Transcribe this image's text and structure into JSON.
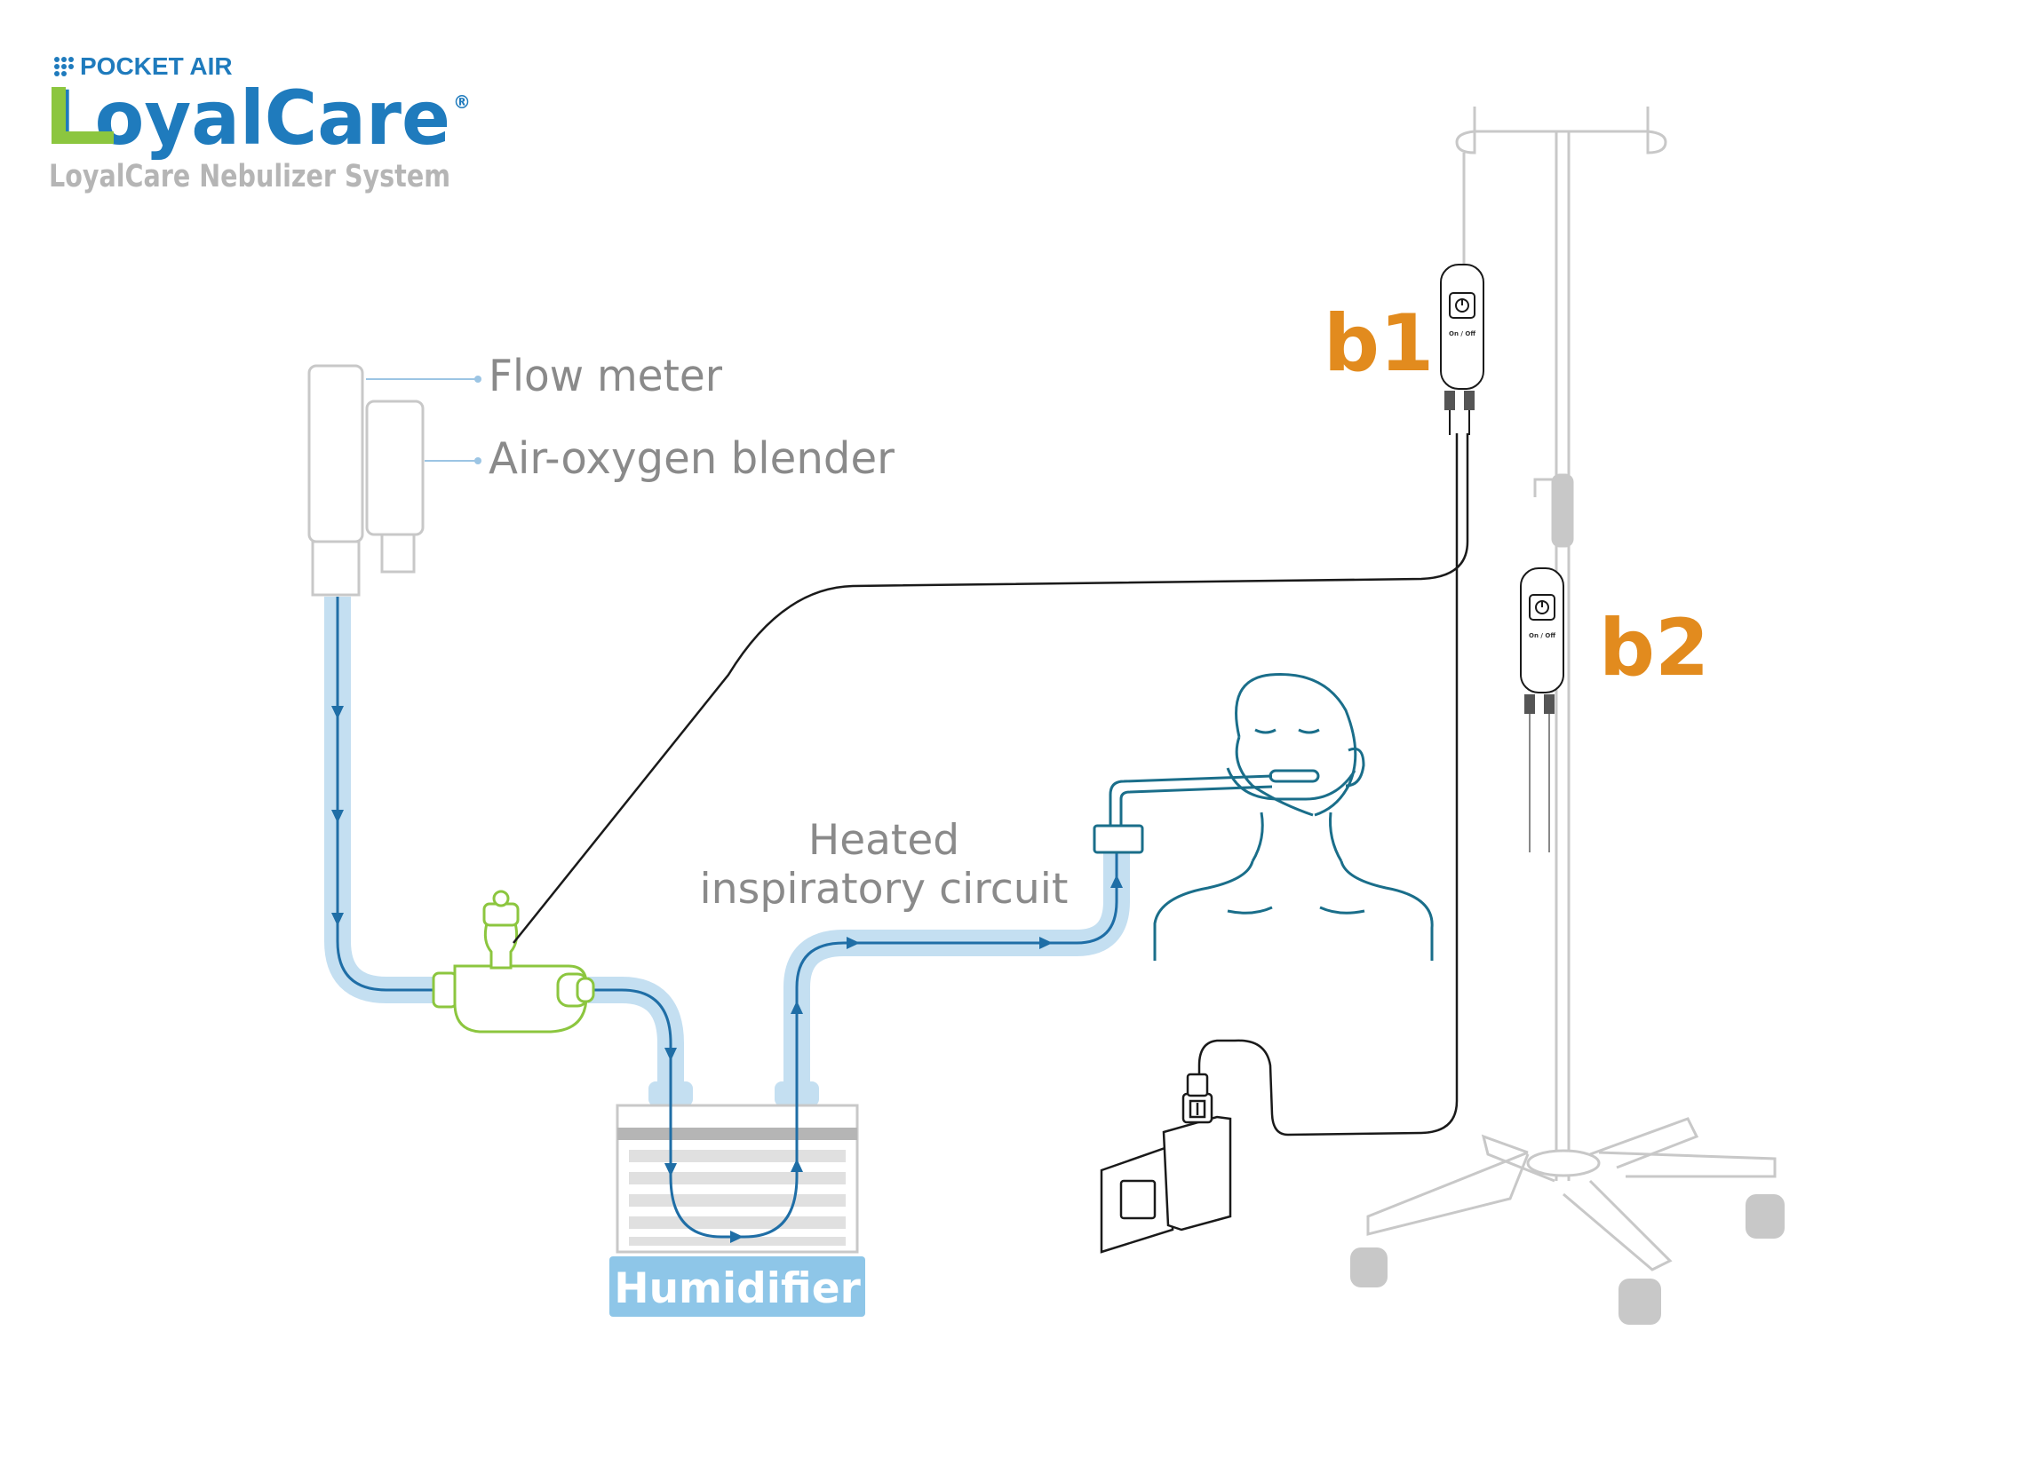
{
  "logo": {
    "brand_small": "POCKET AIR",
    "brand_big": "LoyalCare",
    "registered_mark": "®",
    "subtitle": "LoyalCare Nebulizer System"
  },
  "labels": {
    "flow_meter": "Flow meter",
    "blender": "Air-oxygen blender",
    "heated_line1": "Heated",
    "heated_line2": "inspiratory circuit",
    "humidifier": "Humidifier"
  },
  "controllers": [
    {
      "id": "b1",
      "label": "b1",
      "button_caption": "On / Off"
    },
    {
      "id": "b2",
      "label": "b2",
      "button_caption": "On / Off"
    }
  ],
  "colors": {
    "accent_orange": "#e28b1e",
    "tube_light_blue": "#c4dff1",
    "flow_dark_blue": "#1f6ea6",
    "nebulizer_green": "#8cc63f",
    "patient_teal": "#1a6e8a",
    "logo_blue": "#1f7bbd",
    "logo_green": "#8cc63f",
    "humidifier_badge": "#8ec6e8",
    "equipment_gray": "#c8c8c8",
    "label_gray": "#8a8a8a"
  },
  "icons": [
    "pocket-air-dots-icon",
    "power-button-icon",
    "usb-icon",
    "flow-arrow-icon"
  ]
}
